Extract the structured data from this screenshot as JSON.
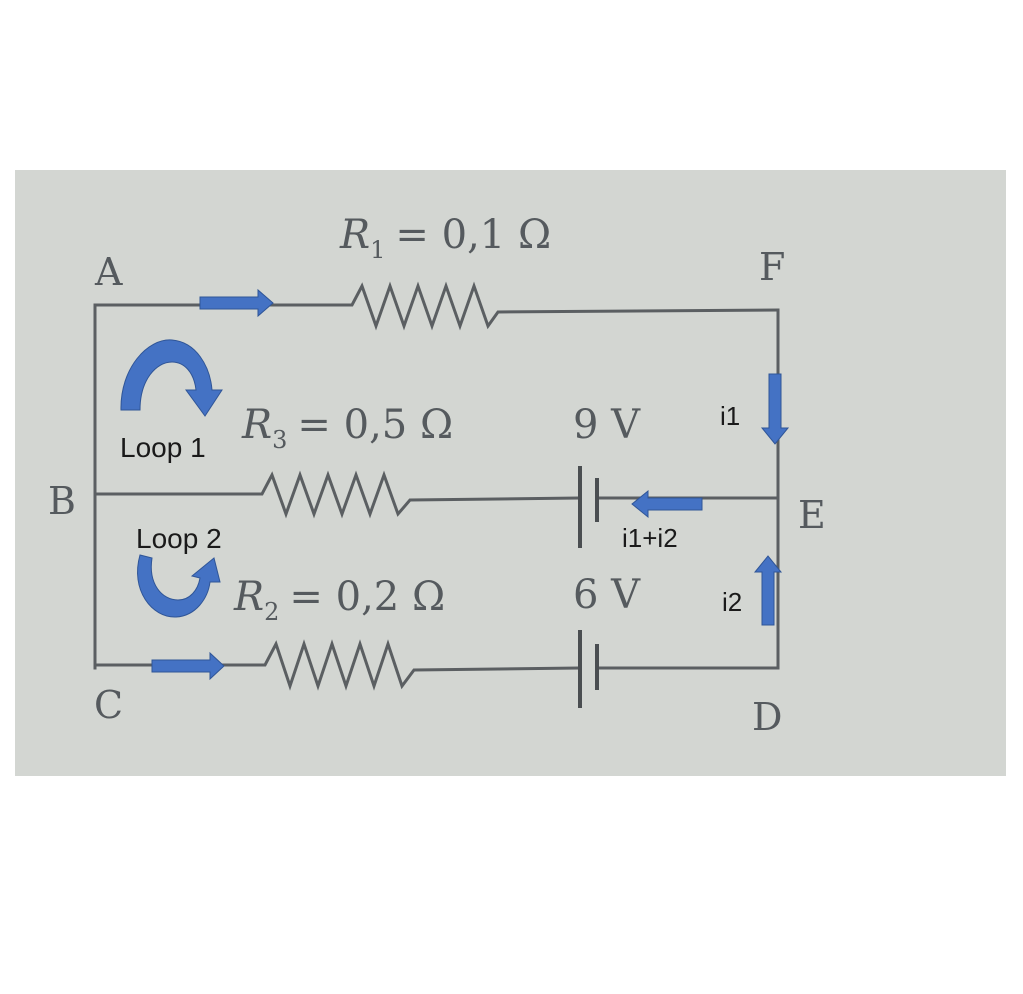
{
  "nodes": {
    "A": "A",
    "B": "B",
    "C": "C",
    "D": "D",
    "E": "E",
    "F": "F"
  },
  "components": {
    "r1": {
      "name": "R",
      "sub": "1",
      "value": "= 0,1 Ω"
    },
    "r3": {
      "name": "R",
      "sub": "3",
      "value": "= 0,5 Ω"
    },
    "r2": {
      "name": "R",
      "sub": "2",
      "value": "= 0,2 Ω"
    },
    "battery_top": "9 V",
    "battery_bottom": "6 V"
  },
  "annotations": {
    "loop1": "Loop 1",
    "loop2": "Loop 2",
    "i1": "i1",
    "i2": "i2",
    "i_sum": "i1+i2"
  },
  "colors": {
    "photo_background": "#d3d6d2",
    "wire": "#5b5f62",
    "arrow": "#4472c4"
  }
}
